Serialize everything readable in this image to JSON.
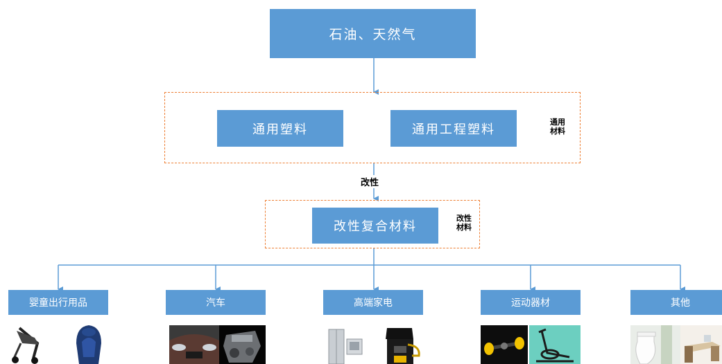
{
  "top_node": {
    "label": "石油、天然气"
  },
  "general_group": {
    "items": [
      "通用塑料",
      "通用工程塑料"
    ],
    "side_label_line1": "通用",
    "side_label_line2": "材料"
  },
  "modify_edge_label": "改性",
  "modified_group": {
    "item": "改性复合材料",
    "side_label_line1": "改性",
    "side_label_line2": "材料"
  },
  "applications": [
    "婴童出行用品",
    "汽车",
    "高端家电",
    "运动器材",
    "其他"
  ],
  "colors": {
    "node_fill": "#5b9bd5",
    "group_border": "#ed7d31",
    "connector": "#5b9bd5"
  },
  "photo_icons": [
    "stroller-image",
    "car-seat-image",
    "car-front-image",
    "engine-image",
    "refrigerator-image",
    "coffee-machine-image",
    "fitness-device-image",
    "elliptical-trainer-image",
    "toilet-image",
    "office-desk-image"
  ]
}
